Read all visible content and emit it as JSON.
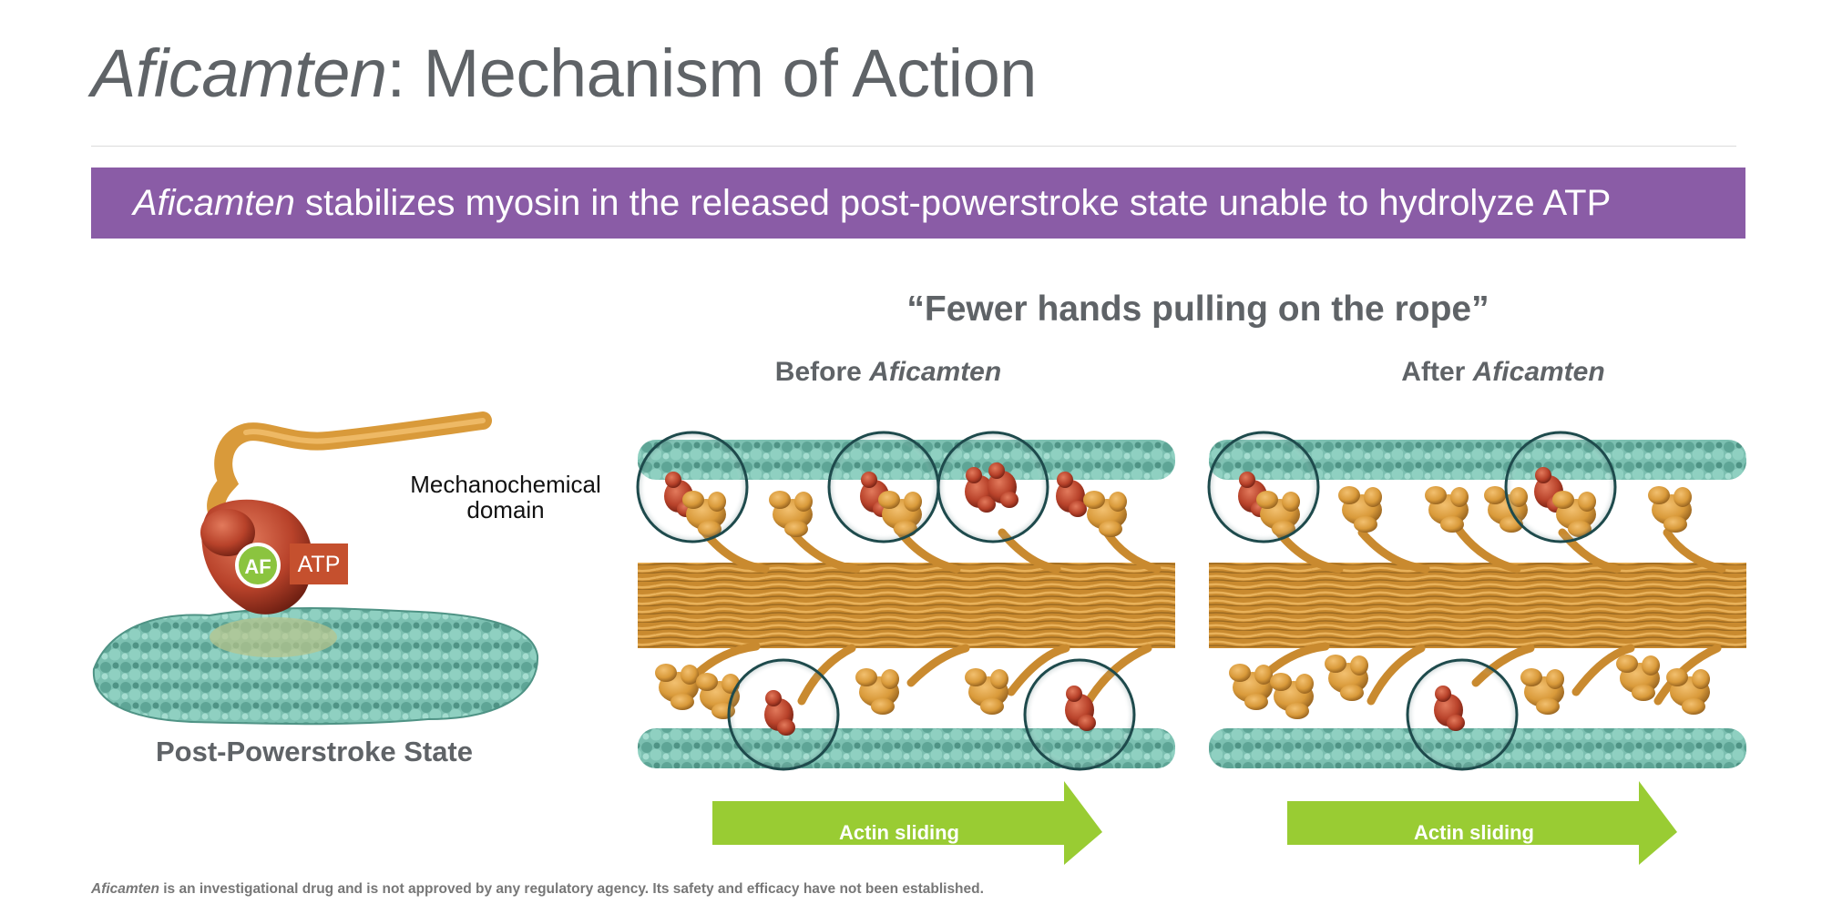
{
  "slide": {
    "title_italic": "Aficamten",
    "title_rest": ": Mechanism of Action",
    "banner_italic": "Aficamten",
    "banner_rest": " stabilizes myosin in the released post-powerstroke state unable to hydrolyze ATP",
    "quote": "“Fewer hands pulling on the rope”",
    "before_label_plain": "Before ",
    "before_label_italic": "Aficamten",
    "after_label_plain": "After ",
    "after_label_italic": "Aficamten",
    "mechanochemical_line1": "Mechanochemical",
    "mechanochemical_line2": "domain",
    "af_badge": "AF",
    "atp_badge": "ATP",
    "post_state_label": "Post-Powerstroke State",
    "arrow_label_before": "Actin sliding",
    "arrow_label_after": "Actin sliding",
    "footnote_italic": "Aficamten",
    "footnote_rest": " is an investigational drug and is not approved by any regulatory agency. Its safety and efficacy have not been established."
  },
  "colors": {
    "banner": "#8a5ca6",
    "arrow": "#99cc33",
    "myosin_gold": "#d99a3a",
    "myosin_red": "#b8422a",
    "actin_teal": "#6fb6a8",
    "atp_box": "#c5502e",
    "af_badge": "#8bc43f"
  }
}
